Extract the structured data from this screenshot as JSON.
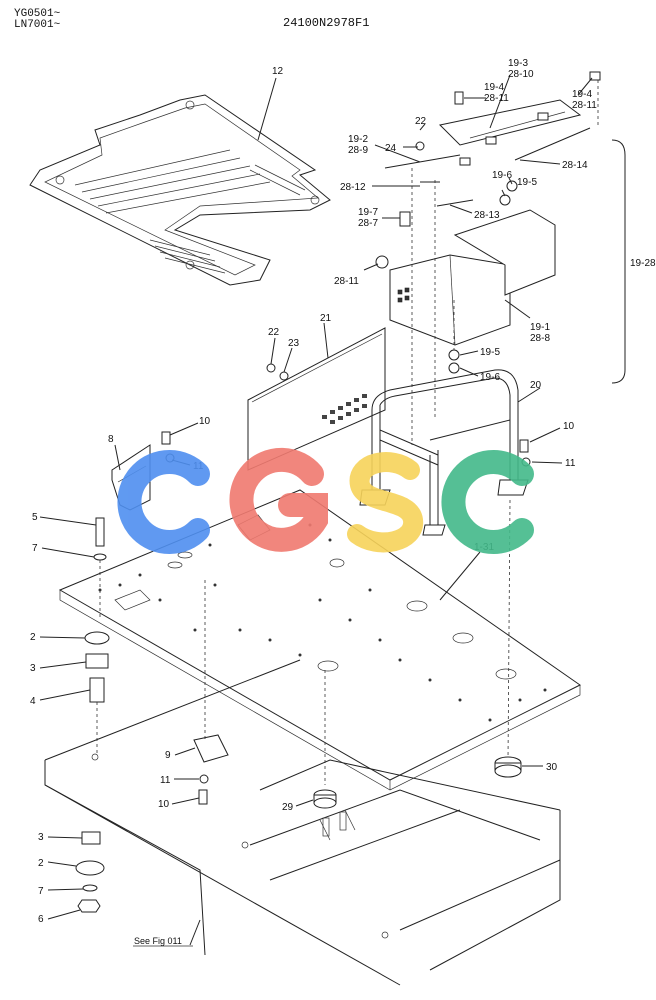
{
  "header": {
    "serial_1": "YG0501~",
    "serial_2": "LN7001~",
    "drawing_no": "24100N2978F1"
  },
  "labels": {
    "p12": "12",
    "p19_3": "19-3",
    "p28_10": "28-10",
    "p19_4a": "19-4",
    "p28_11a": "28-11",
    "p19_4b": "19-4",
    "p28_11b": "28-11",
    "p22a": "22",
    "p24": "24",
    "p19_2": "19-2",
    "p28_9": "28-9",
    "p28_14": "28-14",
    "p28_12": "28-12",
    "p19_6a": "19-6",
    "p19_5a": "19-5",
    "p28_13": "28-13",
    "p19_7": "19-7",
    "p28_7": "28-7",
    "p19_28": "19-28",
    "p28_11c": "28-11",
    "p19_1": "19-1",
    "p28_8": "28-8",
    "p22b": "22",
    "p21": "21",
    "p23": "23",
    "p19_5b": "19-5",
    "p19_6b": "19-6",
    "p20": "20",
    "p10a": "10",
    "p8": "8",
    "p11a": "11",
    "p10b": "10",
    "p11b": "11",
    "p5": "5",
    "p7a": "7",
    "p1_31": "1-31",
    "p2a": "2",
    "p3a": "3",
    "p4": "4",
    "p9": "9",
    "p11c": "11",
    "p10c": "10",
    "p30": "30",
    "p29": "29",
    "p3b": "3",
    "p2b": "2",
    "p7b": "7",
    "p6": "6",
    "see_fig": "See Fig 011"
  },
  "watermark": {
    "letters": [
      "C",
      "G",
      "S",
      "C"
    ],
    "colors": [
      "#4f8ff0",
      "#f07a70",
      "#f7d35a",
      "#43b98a"
    ]
  }
}
